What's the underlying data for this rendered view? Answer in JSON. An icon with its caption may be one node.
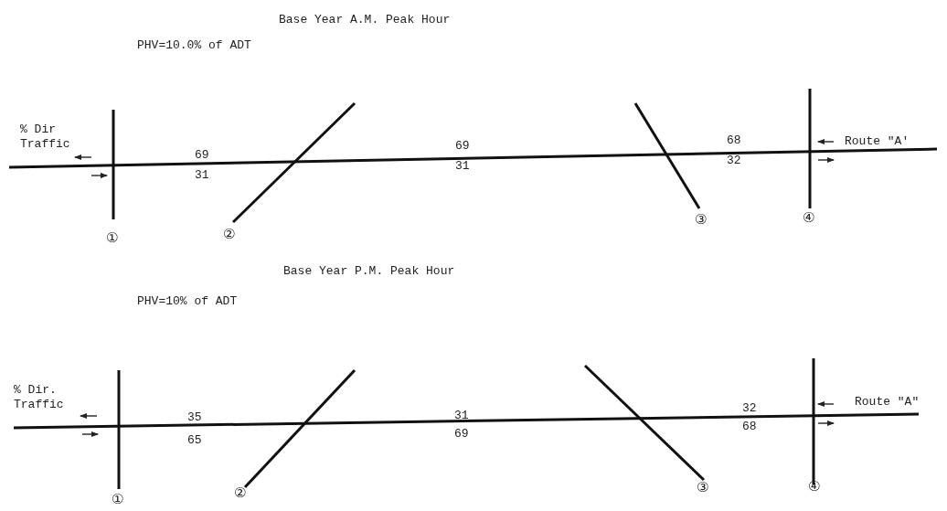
{
  "diagram": {
    "labels": [
      "Base Year A.M. Peak Hour",
      "PHV=10.0% of ADT",
      "% Dir Traffic",
      "69",
      "31",
      "69",
      "31",
      "68",
      "32",
      "Route \"A'",
      "①",
      "②",
      "③",
      "④",
      "Base Year P.M. Peak Hour",
      "PHV=10% of ADT",
      "% Dir. Traffic",
      "35",
      "65",
      "31",
      "69",
      "32",
      "68",
      "Route \"A\"",
      "①",
      "②",
      "③",
      "④"
    ]
  }
}
